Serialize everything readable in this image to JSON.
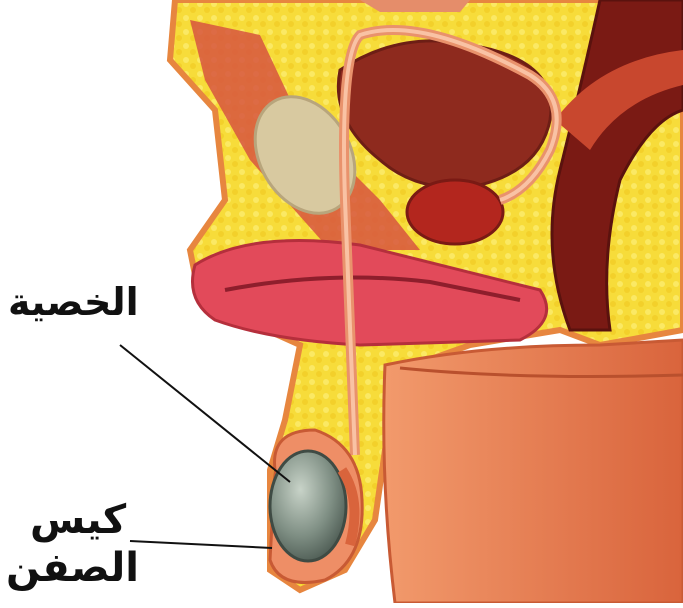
{
  "labels": {
    "testis": "الخصية",
    "scrotum_line1": "كيس",
    "scrotum_line2": "الصفن"
  },
  "colors": {
    "background": "#ffffff",
    "fat_tissue": "#f7dc3a",
    "skin": "#ef8a5c",
    "skin_dark": "#d9643c",
    "organ_red": "#b3261e",
    "organ_dark": "#7a1a14",
    "bladder": "#8e2a1e",
    "testis": "#7f8f84",
    "bone": "#d8c9a0",
    "leader_line": "#111111"
  }
}
